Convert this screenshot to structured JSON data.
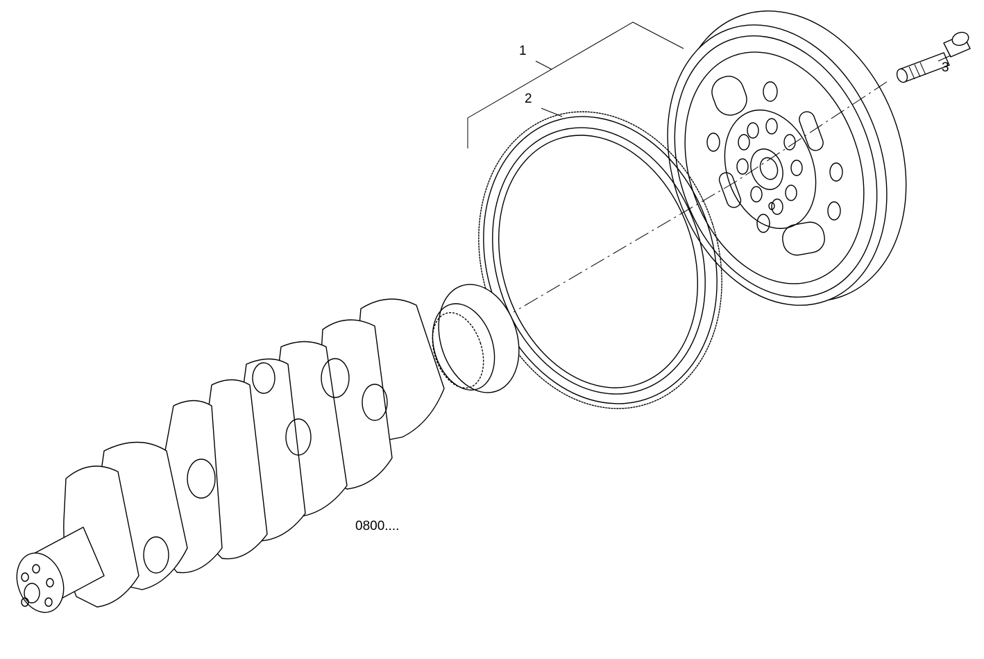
{
  "callouts": [
    {
      "id": "1",
      "label": "1"
    },
    {
      "id": "2",
      "label": "2"
    },
    {
      "id": "3",
      "label": "3"
    }
  ],
  "reference_label": "0800....",
  "parts": [
    {
      "callout": "1",
      "icon": "flywheel-assembly-bracket"
    },
    {
      "callout": "2",
      "icon": "ring-gear-icon"
    },
    {
      "callout": "3",
      "icon": "bolt-icon"
    },
    {
      "callout": "",
      "icon": "crankshaft-icon"
    }
  ]
}
